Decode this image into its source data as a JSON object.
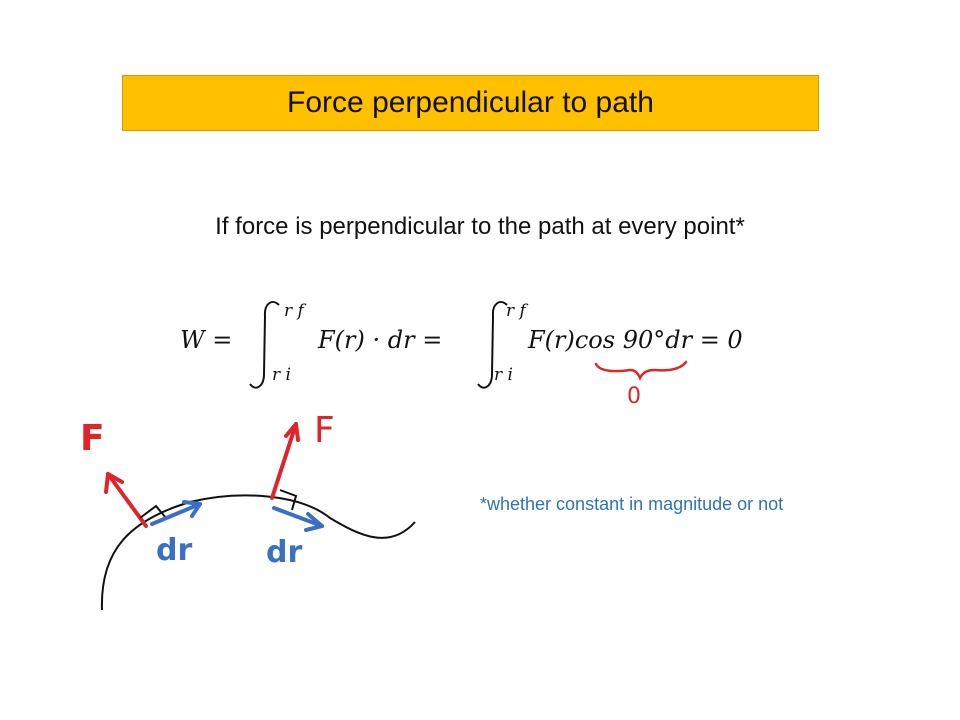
{
  "slide": {
    "title": "Force perpendicular to path",
    "subtitle": "If force is perpendicular to the path at every point*",
    "footnote": "*whether constant in magnitude or not"
  },
  "equation": {
    "lhs": "W =",
    "integral1_upper": "r f",
    "integral1_lower": "r i",
    "integrand1": "F(r) · dr =",
    "integral2_upper": "r f",
    "integral2_lower": "r i",
    "integrand2": "F(r)cos 90°dr = 0",
    "brace_annotation": "0"
  },
  "sketch": {
    "force_label_left": "F",
    "force_label_right": "F",
    "dr_label_left": "dr",
    "dr_label_right": "dr"
  },
  "colors": {
    "title_bg": "#ffc000",
    "footnote": "#2e74b5",
    "force_arrow": "#e0242a",
    "dr_arrow": "#3a6fc6"
  }
}
